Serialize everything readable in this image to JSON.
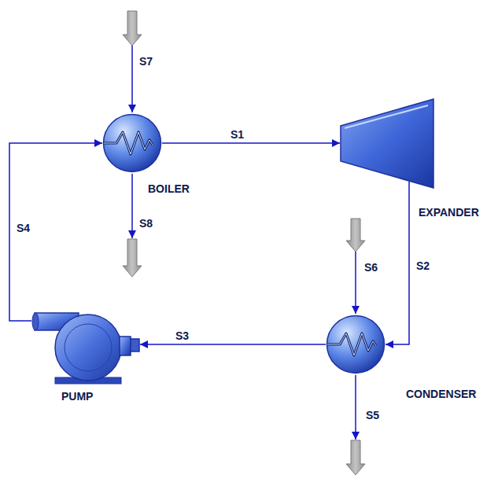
{
  "diagram": {
    "nodes": [
      {
        "text": [
          "BOILER"
        ]
      },
      {
        "text": [
          "EXPANDER"
        ]
      },
      {
        "text": [
          "CONDENSER"
        ]
      },
      {
        "text": [
          "PUMP"
        ]
      }
    ],
    "edges": [
      {
        "from": 0,
        "to": 1,
        "label": "S1",
        "arrow": "to"
      },
      {
        "from": 1,
        "to": 2,
        "label": "S2",
        "arrow": "to"
      },
      {
        "from": 2,
        "to": 3,
        "label": "S3",
        "arrow": "to"
      },
      {
        "from": 3,
        "to": 0,
        "label": "S4",
        "arrow": "to"
      }
    ],
    "labels": [
      "S5",
      "S6",
      "S7",
      "S8"
    ]
  }
}
